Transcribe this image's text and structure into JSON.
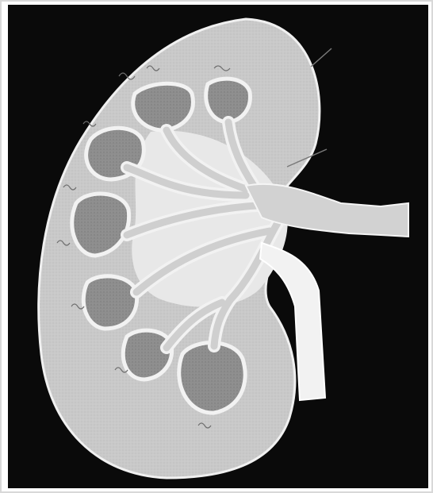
{
  "figure": {
    "background_color": "#0a0a0a",
    "frame_color": "#d8d8d8",
    "cortex_color": "#c9c9c9",
    "pyramid_color": "#8e8e8e",
    "sinus_color": "#e8e8e8",
    "vessel_color": "#d2d2d2",
    "ureter_color": "#f2f2f2",
    "pointer_line_color": "#7a7a7a",
    "structures": [
      "kidney",
      "renal-cortex",
      "renal-pyramids",
      "minor-calyces",
      "major-calyces",
      "renal-pelvis",
      "ureter",
      "renal-vessels"
    ]
  }
}
